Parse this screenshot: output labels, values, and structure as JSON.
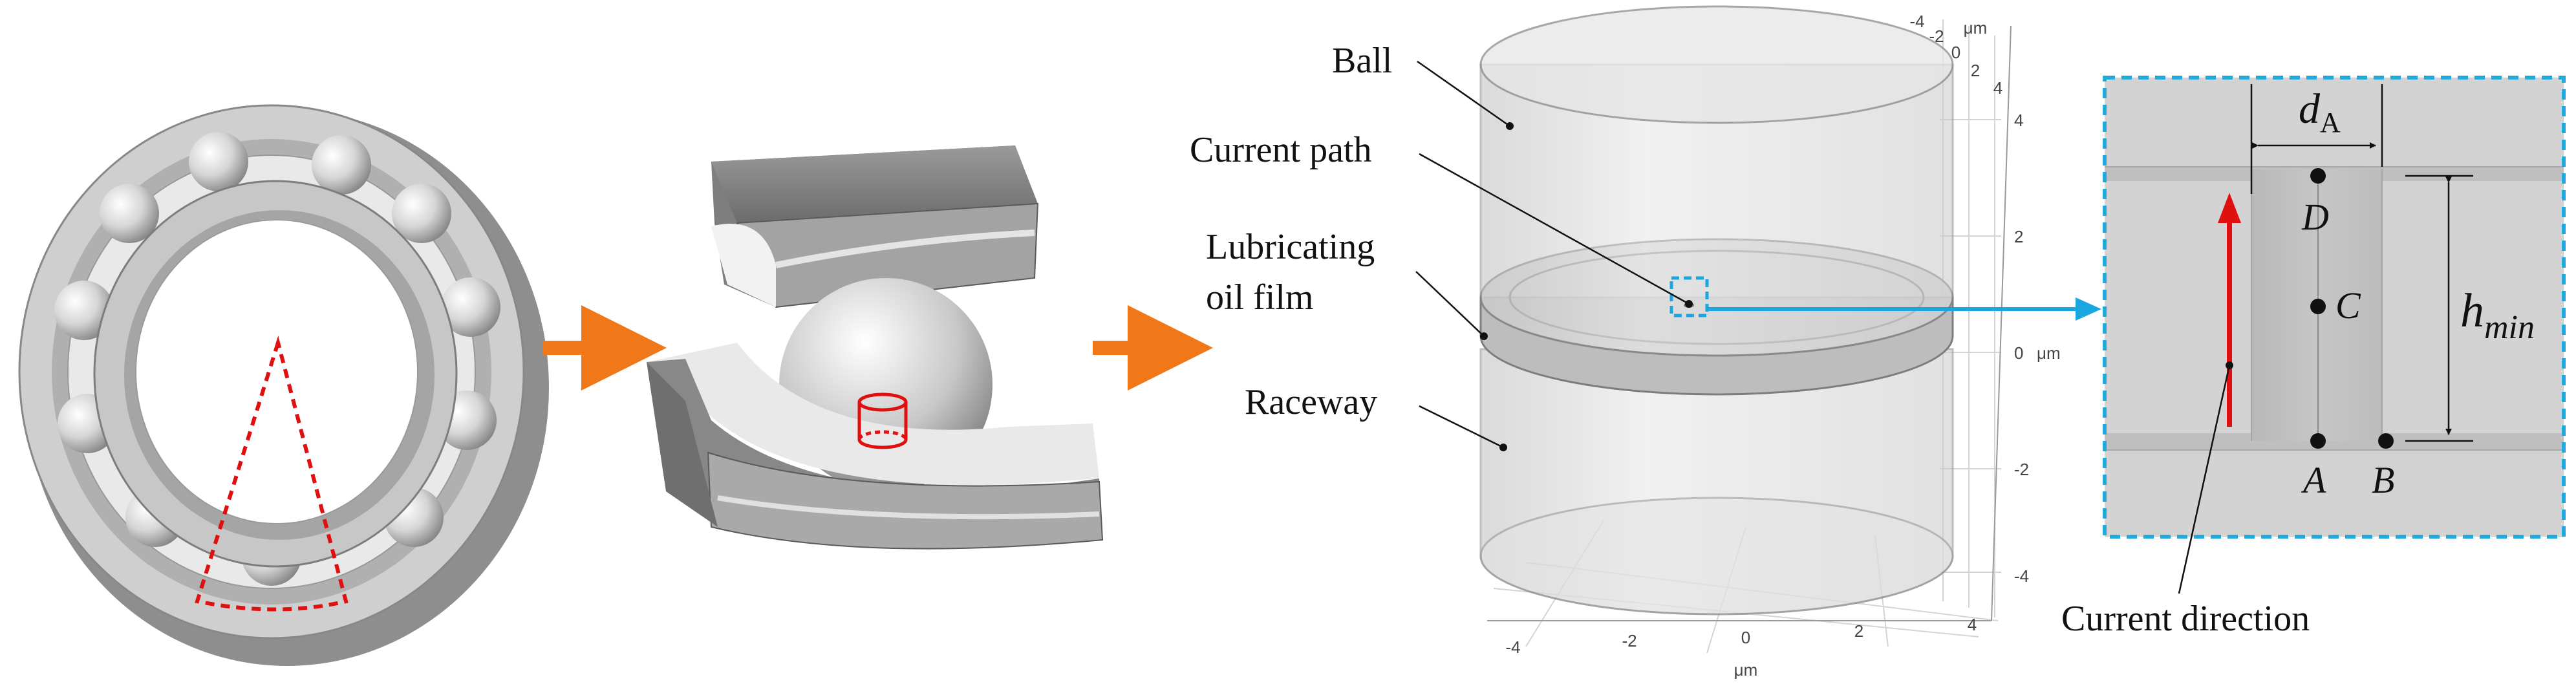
{
  "labels": {
    "ball": "Ball",
    "current_path": "Current path",
    "lubricating_line1": "Lubricating",
    "lubricating_line2": "oil film",
    "raceway": "Raceway",
    "current_direction": "Current direction"
  },
  "detail": {
    "d_main": "d",
    "d_sub": "A",
    "h_main": "h",
    "h_sub": "min",
    "point_a": "A",
    "point_b": "B",
    "point_c": "C",
    "point_d": "D"
  },
  "axes": {
    "unit": "μm",
    "x_ticks": [
      "-4",
      "-2",
      "0",
      "2",
      "4"
    ],
    "y_ticks": [
      "-4",
      "-2",
      "0",
      "2",
      "4"
    ],
    "z_ticks": [
      "4",
      "2",
      "0",
      "-2",
      "-4"
    ]
  },
  "colors": {
    "flow_arrow": "#f07818",
    "callout_arrow": "#1aa6e0",
    "highlight": "#e01010",
    "detail_border": "#22aadd"
  }
}
